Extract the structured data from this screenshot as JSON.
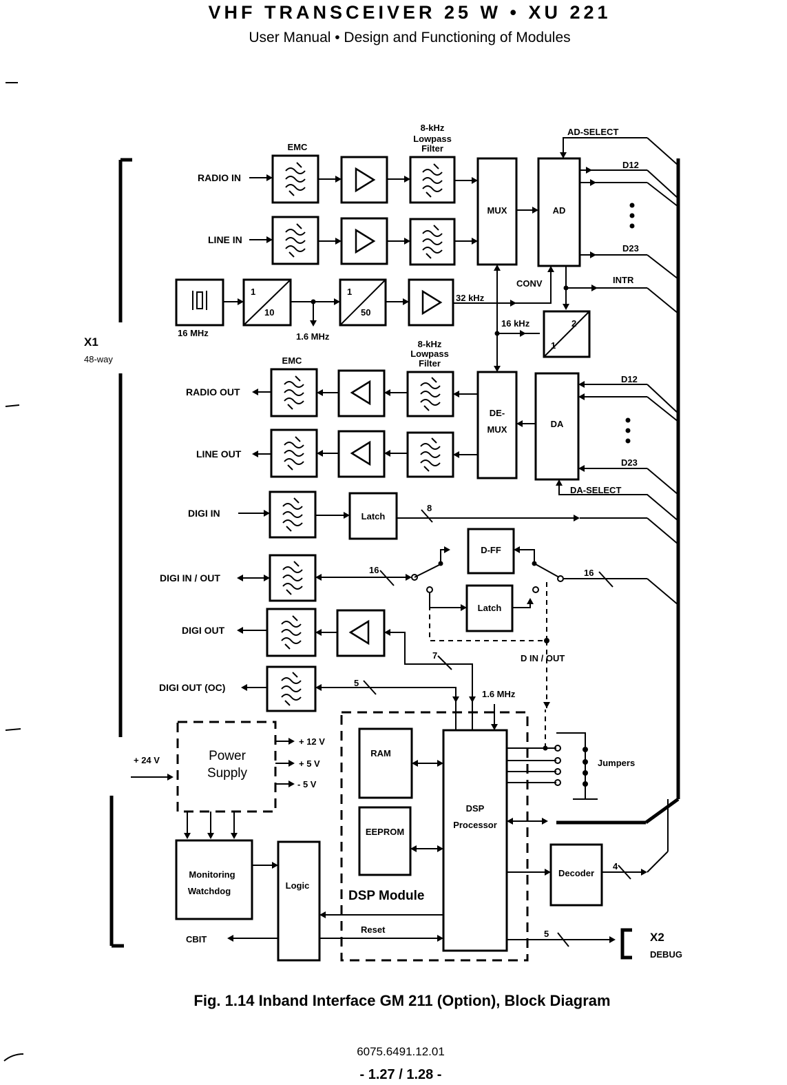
{
  "header": {
    "title": "VHF TRANSCEIVER 25 W • XU 221",
    "subtitle": "User Manual • Design and Functioning of Modules"
  },
  "caption": "Fig. 1.14  Inband Interface  GM 211 (Option), Block Diagram",
  "footer": {
    "doc_number": "6075.6491.12.01",
    "page": "- 1.27 / 1.28 -"
  },
  "diagram": {
    "connector_x1": "X1",
    "connector_x1_sub": "48-way",
    "connector_x2": "X2",
    "connector_x2_sub": "DEBUG",
    "signals": {
      "radio_in": "RADIO IN",
      "line_in": "LINE IN",
      "radio_out": "RADIO OUT",
      "line_out": "LINE OUT",
      "digi_in": "DIGI IN",
      "digi_inout": "DIGI IN / OUT",
      "digi_out": "DIGI OUT",
      "digi_out_oc": "DIGI OUT (OC)",
      "plus24": "+ 24 V",
      "cbit": "CBIT",
      "ad_select": "AD-SELECT",
      "da_select": "DA-SELECT",
      "d12_top": "D12",
      "d23_top": "D23",
      "d12_bot": "D12",
      "d23_bot": "D23",
      "intr": "INTR",
      "conv": "CONV",
      "khz32": "32 kHz",
      "khz16": "16 kHz",
      "mhz16": "16 MHz",
      "mhz1_6": "1.6 MHz",
      "mhz1_6_dsp": "1.6 MHz",
      "din_out": "D IN / OUT",
      "reset": "Reset",
      "plus12": "+ 12 V",
      "plus5": "+ 5 V",
      "minus5": "- 5 V"
    },
    "blocks": {
      "emc_top": "EMC",
      "emc_bot": "EMC",
      "lpf_top_1": "8-kHz",
      "lpf_top_2": "Lowpass",
      "lpf_top_3": "Filter",
      "lpf_bot_1": "8-kHz",
      "lpf_bot_2": "Lowpass",
      "lpf_bot_3": "Filter",
      "mux": "MUX",
      "ad": "AD",
      "demux_1": "DE-",
      "demux_2": "MUX",
      "da": "DA",
      "div10_num": "1",
      "div10_den": "10",
      "div50_num": "1",
      "div50_den": "50",
      "div2_num": "2",
      "div2_den": "1",
      "latch_in": "Latch",
      "dff": "D-FF",
      "latch_mid": "Latch",
      "power_1": "Power",
      "power_2": "Supply",
      "monitor_1": "Monitoring",
      "monitor_2": "Watchdog",
      "logic": "Logic",
      "ram": "RAM",
      "eeprom": "EEPROM",
      "dsp_1": "DSP",
      "dsp_2": "Processor",
      "dsp_module": "DSP Module",
      "decoder": "Decoder",
      "jumpers": "Jumpers"
    },
    "bus_widths": {
      "digi_in": "8",
      "digi_io_left": "16",
      "digi_io_right": "16",
      "digi_out": "7",
      "digi_out_oc": "5",
      "decoder": "4",
      "debug": "5"
    }
  }
}
